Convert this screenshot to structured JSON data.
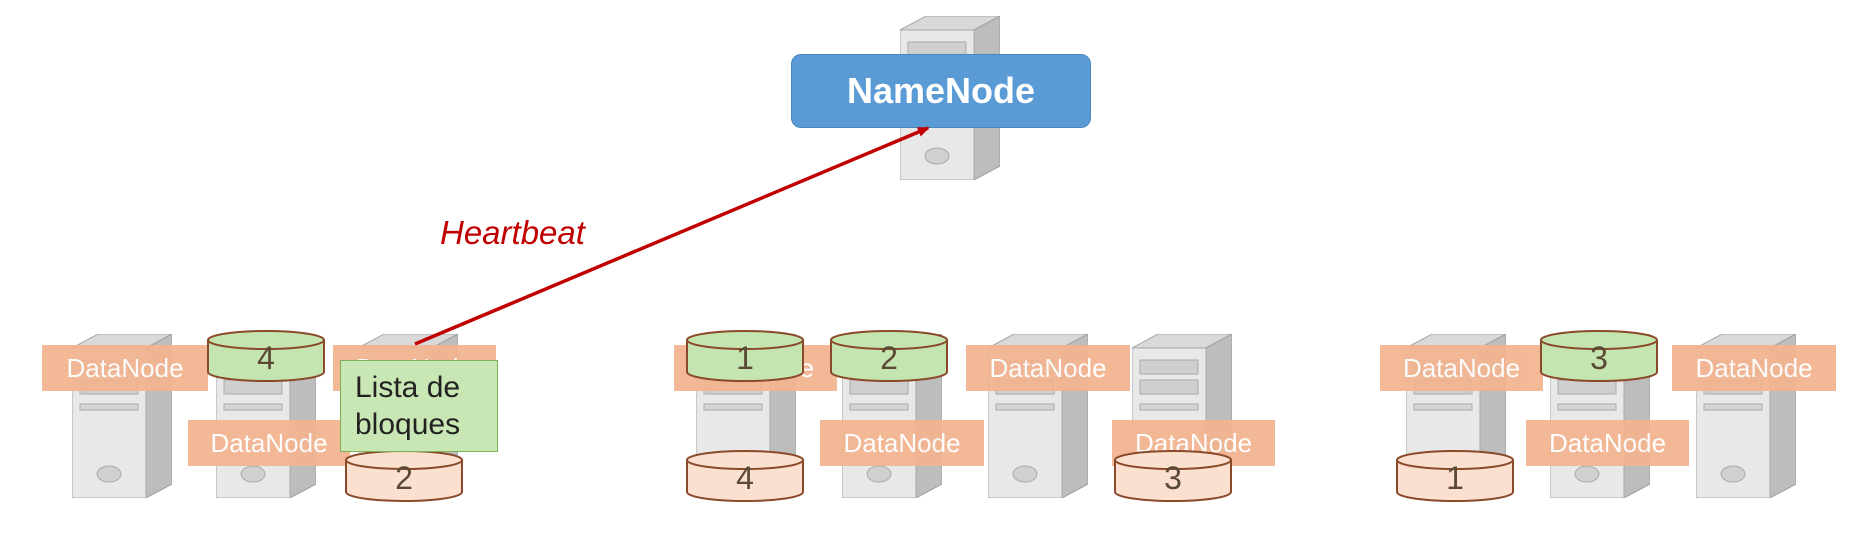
{
  "namenode": {
    "label": "NameNode",
    "color": "#5b9bd5"
  },
  "heartbeat": {
    "label": "Heartbeat",
    "color": "#c00000"
  },
  "datanode_label": "DataNode",
  "block_report": {
    "label": "Lista de\nbloques"
  },
  "blocks": {
    "b1": "4",
    "b2": "2",
    "b3": "1",
    "b4": "2",
    "b5": "4",
    "b6": "3",
    "b7": "3",
    "b8": "1"
  },
  "colors": {
    "datanode": "#f3b48f",
    "block_primary": "#c5e5b0",
    "block_replica": "#fbe0d0"
  },
  "icons": {
    "server": "server-tower-icon"
  }
}
